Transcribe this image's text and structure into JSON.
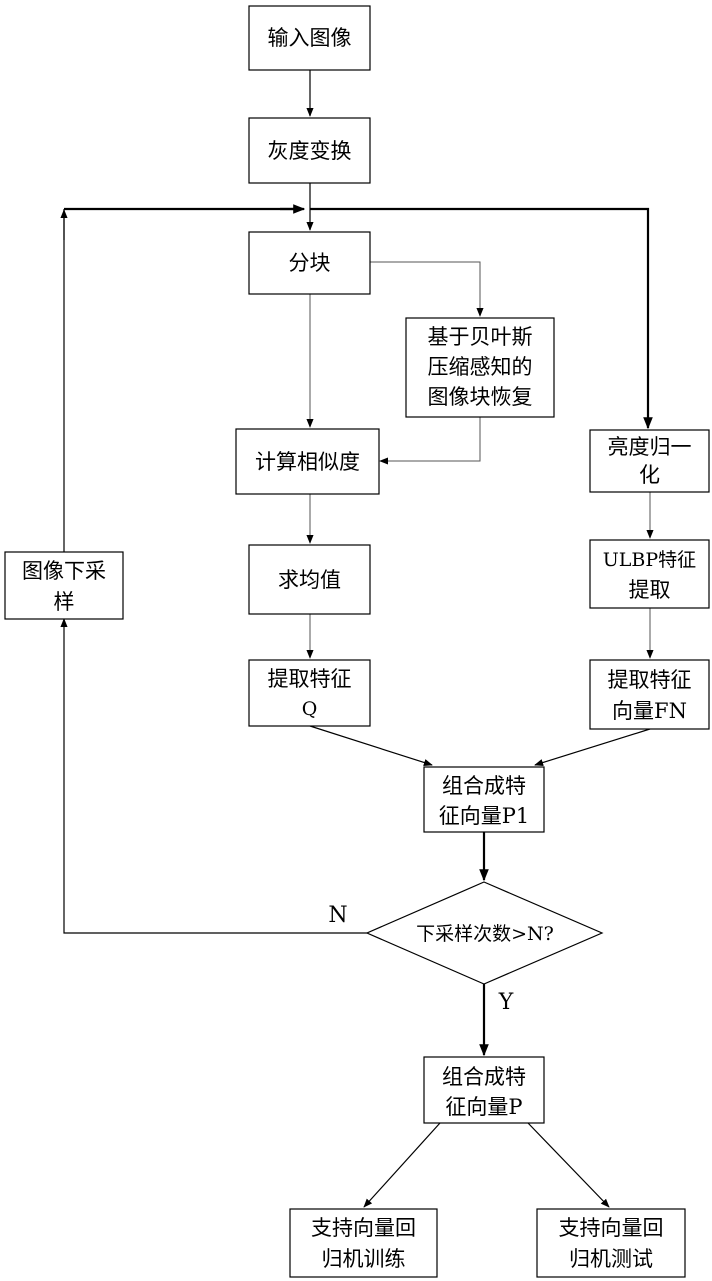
{
  "nodes": {
    "input": [
      "输入图像"
    ],
    "gray": [
      "灰度变换"
    ],
    "block": [
      "分块"
    ],
    "bayes": [
      "基于贝叶斯",
      "压缩感知的",
      "图像块恢复"
    ],
    "similarity": [
      "计算相似度"
    ],
    "mean": [
      "求均值"
    ],
    "featq": [
      "提取特征",
      "Q"
    ],
    "brightness": [
      "亮度归一",
      "化"
    ],
    "ulbp": [
      "ULBP特征",
      "提取"
    ],
    "featfn": [
      "提取特征",
      "向量FN"
    ],
    "combine1": [
      "组合成特",
      "征向量P1"
    ],
    "decision": [
      "下采样次数>N?"
    ],
    "downsample": [
      "图像下采",
      "样"
    ],
    "combine2": [
      "组合成特",
      "征向量P"
    ],
    "svr_train": [
      "支持向量回",
      "归机训练"
    ],
    "svr_test": [
      "支持向量回",
      "归机测试"
    ]
  },
  "edge_labels": {
    "no": "N",
    "yes": "Y"
  }
}
